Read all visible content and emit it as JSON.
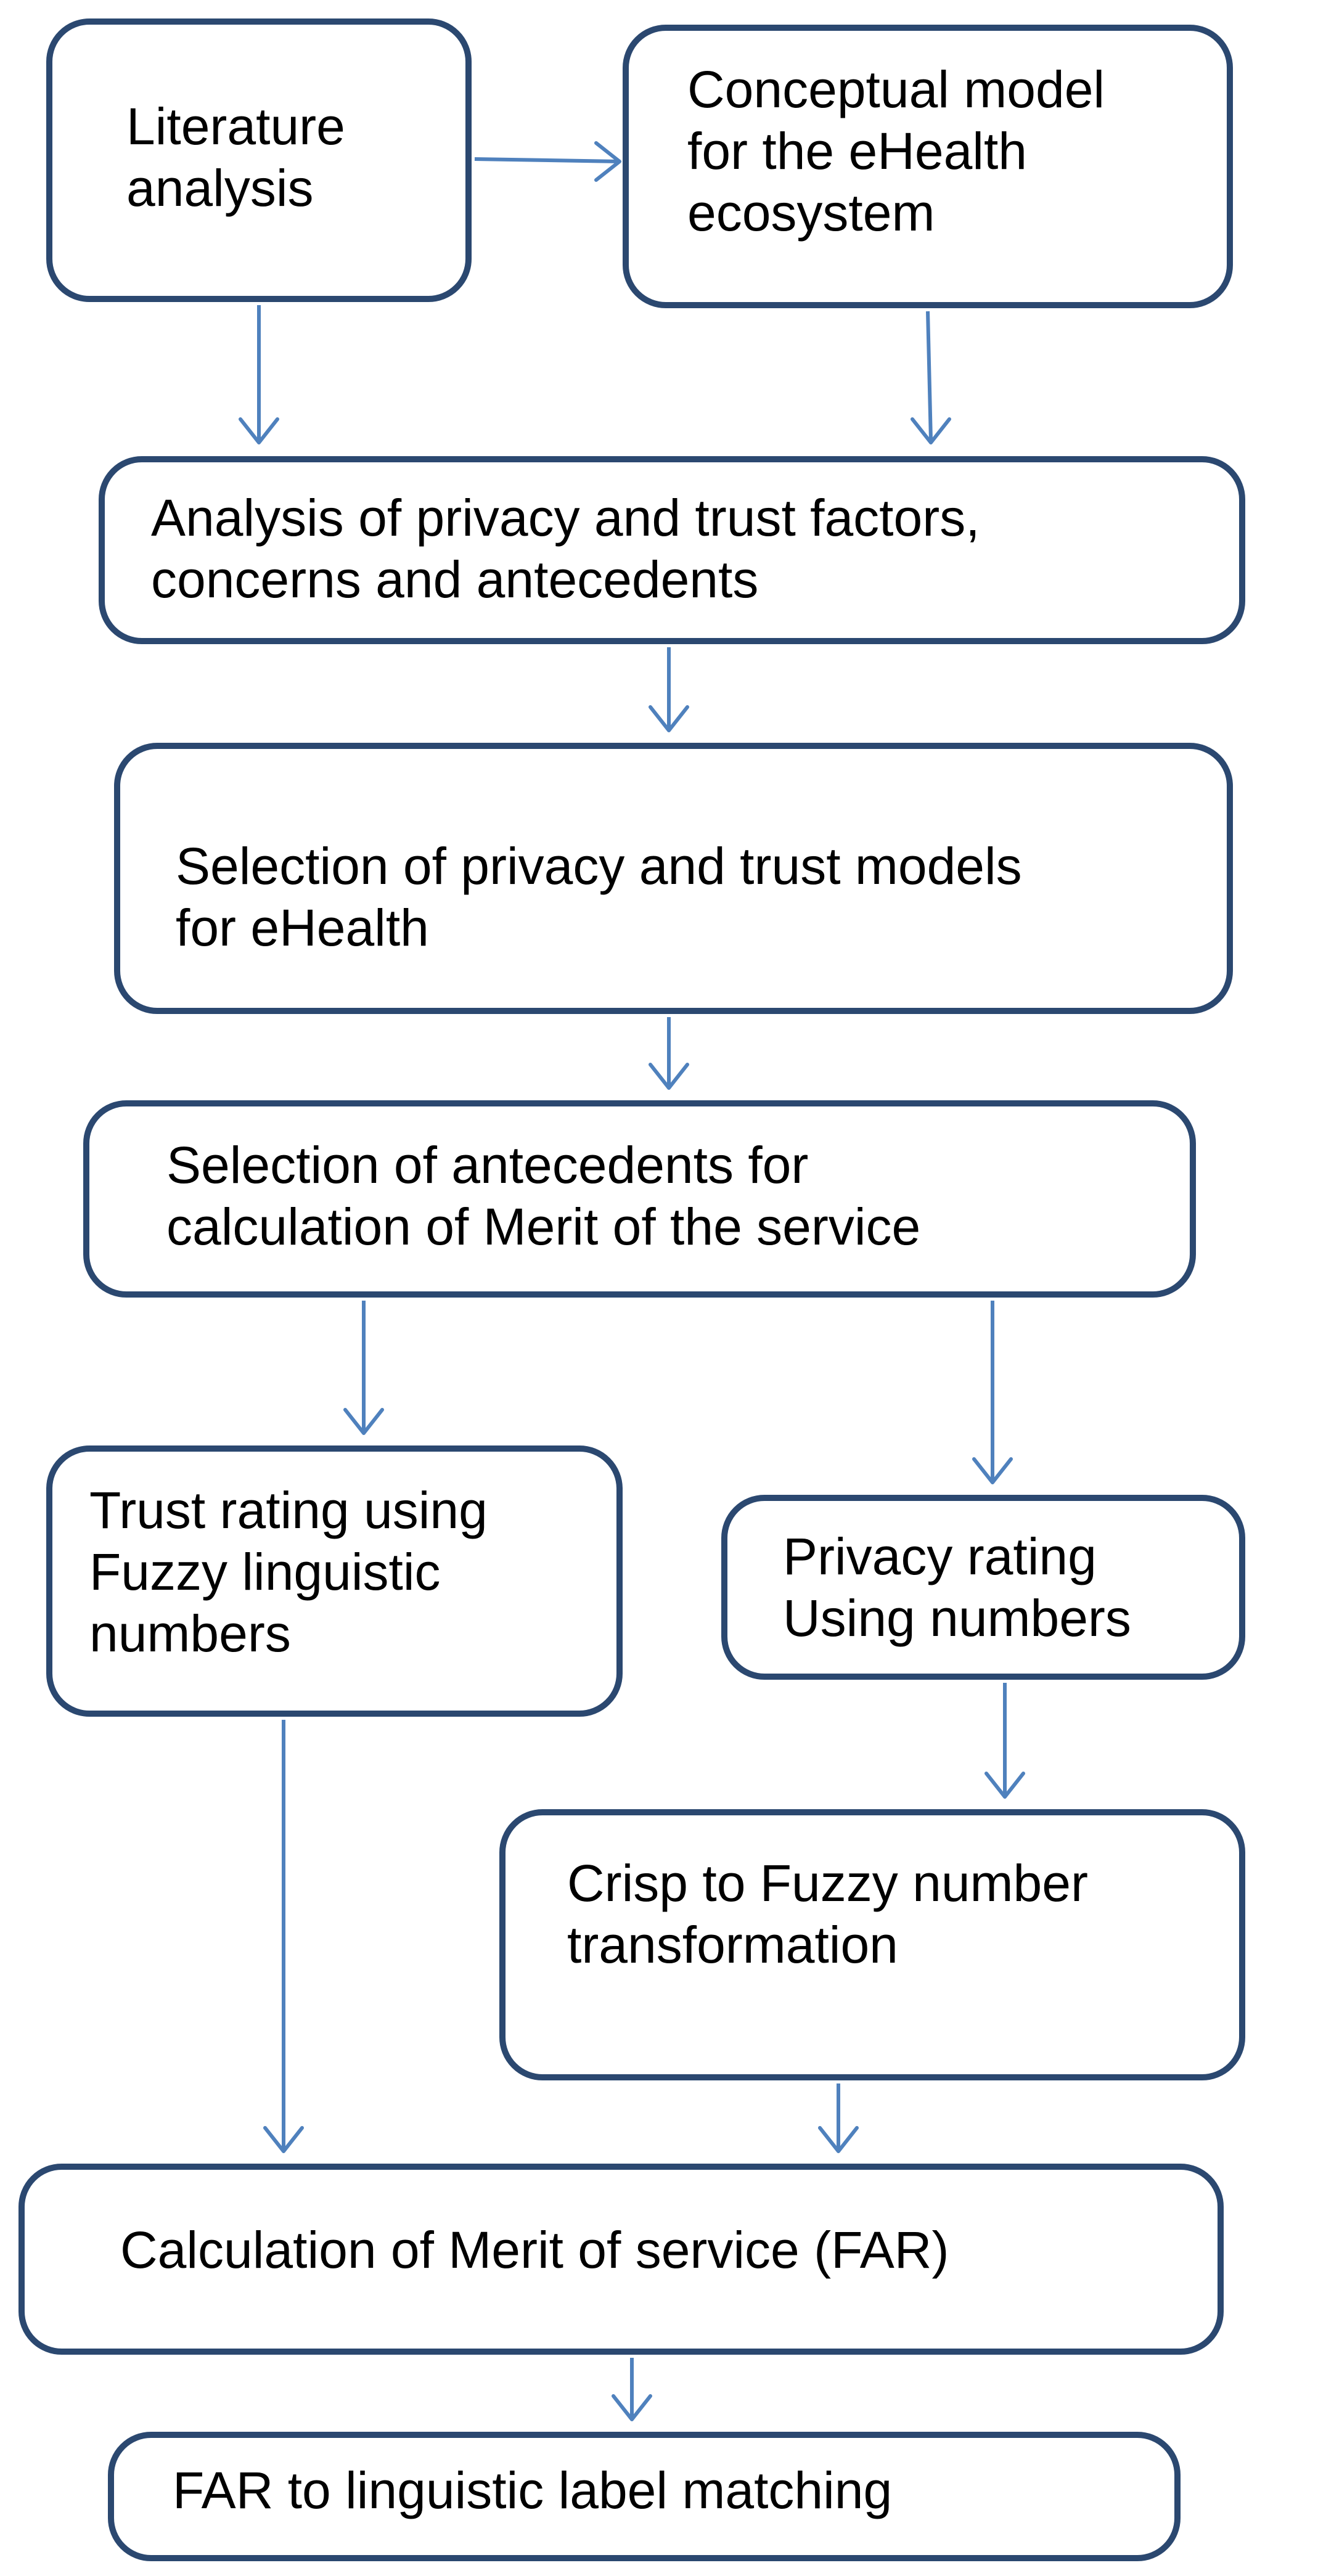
{
  "colors": {
    "box_border": "#2b4870",
    "arrow": "#4f81bd",
    "background": "#ffffff",
    "text": "#000000"
  },
  "nodes": {
    "literature": {
      "label": "Literature\nanalysis"
    },
    "conceptual": {
      "label": "Conceptual model\nfor the eHealth\necosystem"
    },
    "analysis": {
      "label": "Analysis of privacy and trust factors,\nconcerns and antecedents"
    },
    "selection_models": {
      "label": "Selection of privacy and trust models\nfor eHealth"
    },
    "selection_antecedents": {
      "label": "Selection of  antecedents for\ncalculation of Merit of the service"
    },
    "trust_rating": {
      "label": "Trust rating using\nFuzzy linguistic\n numbers"
    },
    "privacy_rating": {
      "label": "Privacy rating\nUsing numbers"
    },
    "crisp_fuzzy": {
      "label": "Crisp to Fuzzy number\n   transformation"
    },
    "merit": {
      "label": "Calculation of Merit of service (FAR)"
    },
    "far_label": {
      "label": "FAR to linguistic label matching"
    }
  },
  "edges": [
    {
      "from": "literature",
      "to": "conceptual"
    },
    {
      "from": "literature",
      "to": "analysis"
    },
    {
      "from": "conceptual",
      "to": "analysis"
    },
    {
      "from": "analysis",
      "to": "selection_models"
    },
    {
      "from": "selection_models",
      "to": "selection_antecedents"
    },
    {
      "from": "selection_antecedents",
      "to": "trust_rating"
    },
    {
      "from": "selection_antecedents",
      "to": "privacy_rating"
    },
    {
      "from": "privacy_rating",
      "to": "crisp_fuzzy"
    },
    {
      "from": "trust_rating",
      "to": "merit"
    },
    {
      "from": "crisp_fuzzy",
      "to": "merit"
    },
    {
      "from": "merit",
      "to": "far_label"
    }
  ]
}
